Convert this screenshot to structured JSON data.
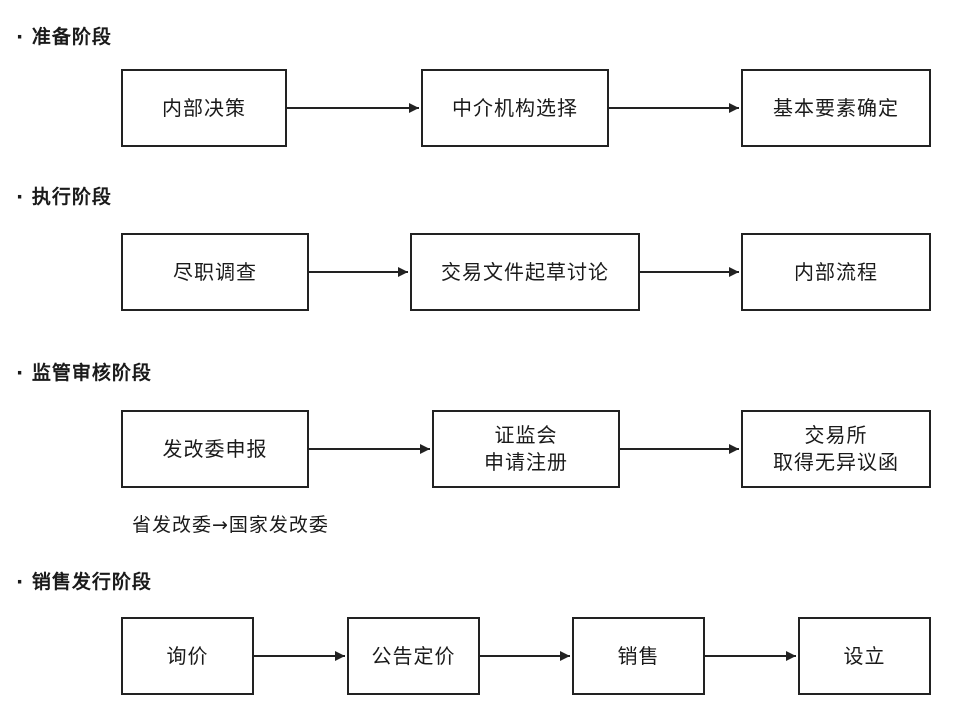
{
  "stages": [
    {
      "title": "· 准备阶段",
      "steps": [
        {
          "lines": [
            "内部决策"
          ]
        },
        {
          "lines": [
            "中介机构选择"
          ]
        },
        {
          "lines": [
            "基本要素确定"
          ]
        }
      ]
    },
    {
      "title": "· 执行阶段",
      "steps": [
        {
          "lines": [
            "尽职调查"
          ]
        },
        {
          "lines": [
            "交易文件起草讨论"
          ]
        },
        {
          "lines": [
            "内部流程"
          ]
        }
      ]
    },
    {
      "title": "· 监管审核阶段",
      "steps": [
        {
          "lines": [
            "发改委申报"
          ]
        },
        {
          "lines": [
            "证监会",
            "申请注册"
          ]
        },
        {
          "lines": [
            "交易所",
            "取得无异议函"
          ]
        }
      ],
      "note": "省发改委→国家发改委"
    },
    {
      "title": "· 销售发行阶段",
      "steps": [
        {
          "lines": [
            "询价"
          ]
        },
        {
          "lines": [
            "公告定价"
          ]
        },
        {
          "lines": [
            "销售"
          ]
        },
        {
          "lines": [
            "设立"
          ]
        }
      ]
    }
  ],
  "colors": {
    "stroke": "#222222",
    "text": "#1a1a1a",
    "background": "#ffffff"
  }
}
